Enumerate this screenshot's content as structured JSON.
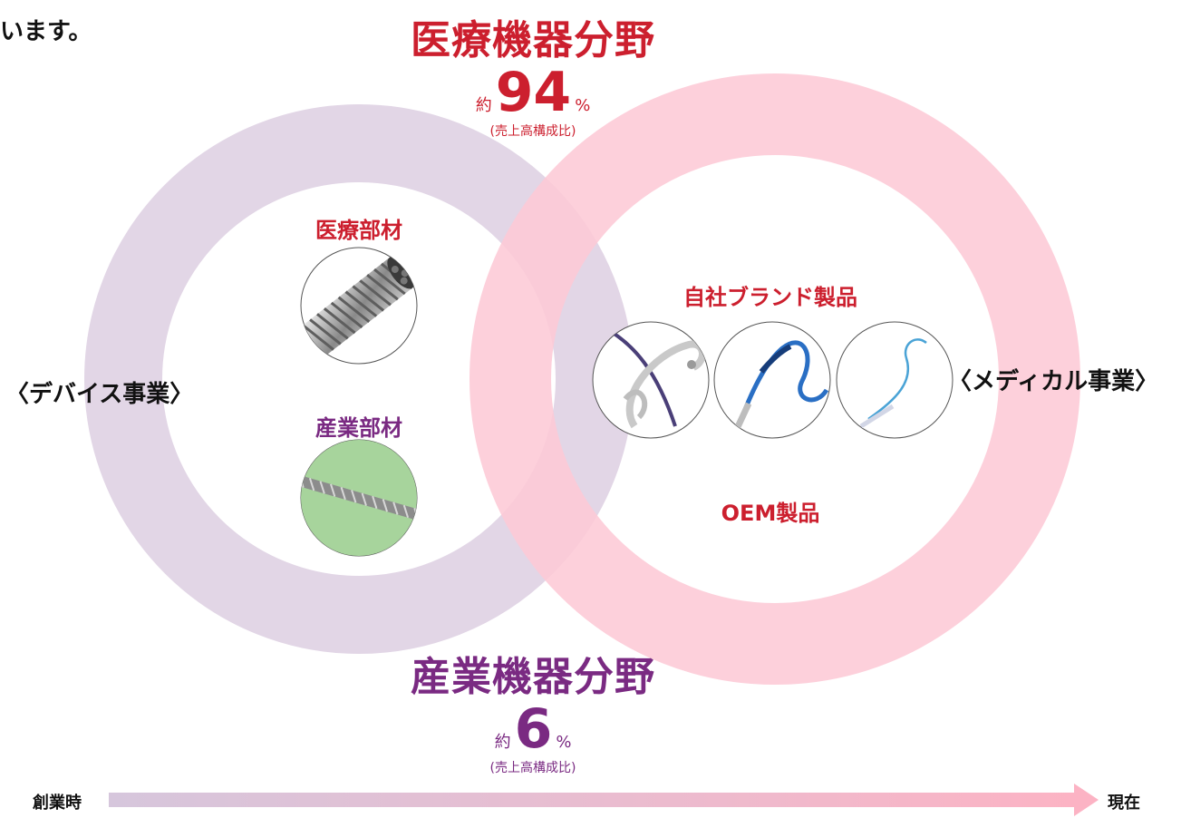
{
  "intro_text": "います。",
  "medical_field": {
    "title": "医療機器分野",
    "prefix": "約",
    "value": "94",
    "unit": "%",
    "note": "(売上高構成比)",
    "color": "#cc1f2e"
  },
  "industrial_field": {
    "title": "産業機器分野",
    "prefix": "約",
    "value": "6",
    "unit": "%",
    "note": "(売上高構成比)",
    "color": "#7a2a82"
  },
  "device_business": {
    "label": "〈デバイス事業〉",
    "ring_color": "#e2d6e6",
    "medical_material_label": "医療部材",
    "industrial_material_label": "産業部材"
  },
  "medical_business": {
    "label": "〈メディカル事業〉",
    "ring_color": "#fdc9d6",
    "own_brand_label": "自社ブランド製品",
    "oem_label": "OEM製品"
  },
  "timeline": {
    "start_label": "創業時",
    "end_label": "現在",
    "gradient_from": "#d6c6dc",
    "gradient_to": "#fcb3c4"
  },
  "icons": {
    "medical_material": "coiled-wire-strand-image",
    "industrial_material": "wire-rope-on-green-image",
    "brand_product_1": "looped-catheter-image",
    "brand_product_2": "guidewire-blue-image",
    "brand_product_3": "thin-catheter-image"
  }
}
